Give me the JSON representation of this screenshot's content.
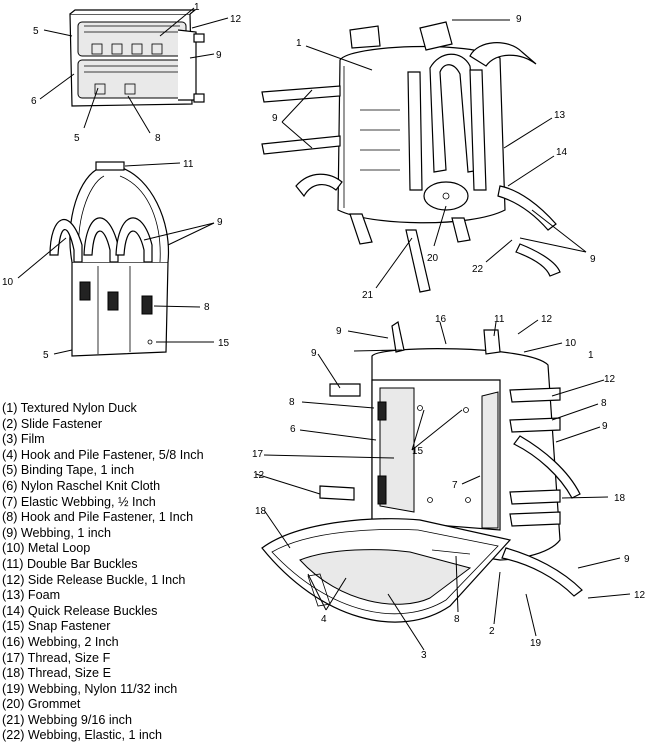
{
  "legend": [
    "(1) Textured Nylon Duck",
    "(2) Slide Fastener",
    "(3) Film",
    "(4) Hook and Pile Fastener, 5/8 Inch",
    "(5) Binding Tape, 1 inch",
    "(6) Nylon Raschel Knit Cloth",
    "(7) Elastic Webbing, ½ Inch",
    "(8) Hook and Pile Fastener, 1 Inch",
    "(9) Webbing, 1 inch",
    "(10) Metal Loop",
    "(11) Double Bar Buckles",
    "(12) Side Release Buckle, 1 Inch",
    "(13) Foam",
    "(14) Quick Release Buckles",
    "(15) Snap Fastener",
    "(16) Webbing, 2 Inch",
    "(17) Thread, Size F",
    "(18) Thread, Size E",
    "(19) Webbing, Nylon 11/32 inch",
    "(20) Grommet",
    "(21) Webbing 9/16 inch",
    "(22) Webbing, Elastic, 1 inch"
  ],
  "callouts": {
    "c1": "1",
    "c2": "2",
    "c3": "3",
    "c4": "4",
    "c5": "5",
    "c6": "6",
    "c7": "7",
    "c8": "8",
    "c9": "9",
    "c10": "10",
    "c11": "11",
    "c12": "12",
    "c13": "13",
    "c14": "14",
    "c15": "15",
    "c16": "16",
    "c17": "17",
    "c18": "18",
    "c19": "19",
    "c20": "20",
    "c21": "21",
    "c22": "22"
  }
}
